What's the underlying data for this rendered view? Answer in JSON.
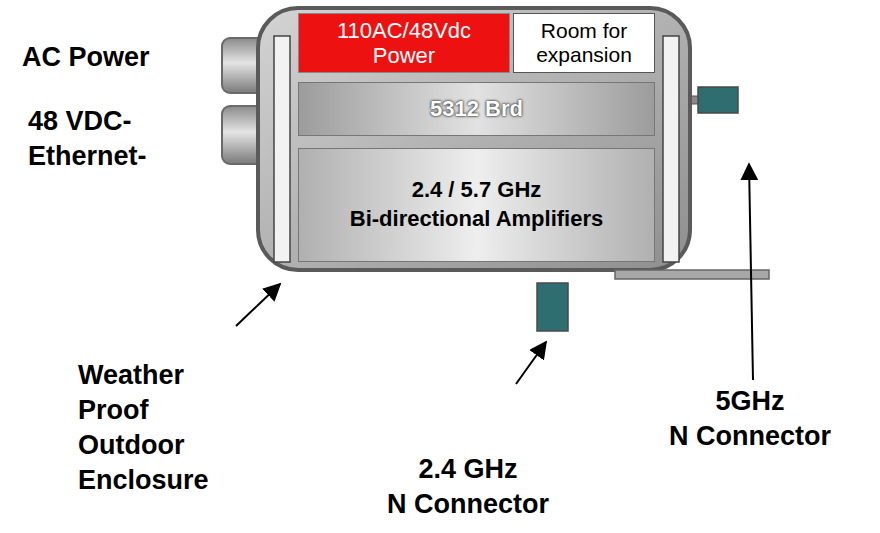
{
  "diagram": {
    "nodes": [
      {
        "text": [
          "110AC/48Vdc Power"
        ]
      },
      {
        "text": [
          "Room for expansion"
        ]
      },
      {
        "text": [
          "5312 Brd"
        ]
      },
      {
        "text": [
          "2.4 / 5.7 GHz Bi-directional Amplifiers"
        ]
      }
    ],
    "labels": [
      "AC Power",
      "48 VDC- Ethernet-",
      "Weather Proof Outdoor Enclosure",
      "2.4 GHz N Connector",
      "5GHz N Connector"
    ]
  }
}
